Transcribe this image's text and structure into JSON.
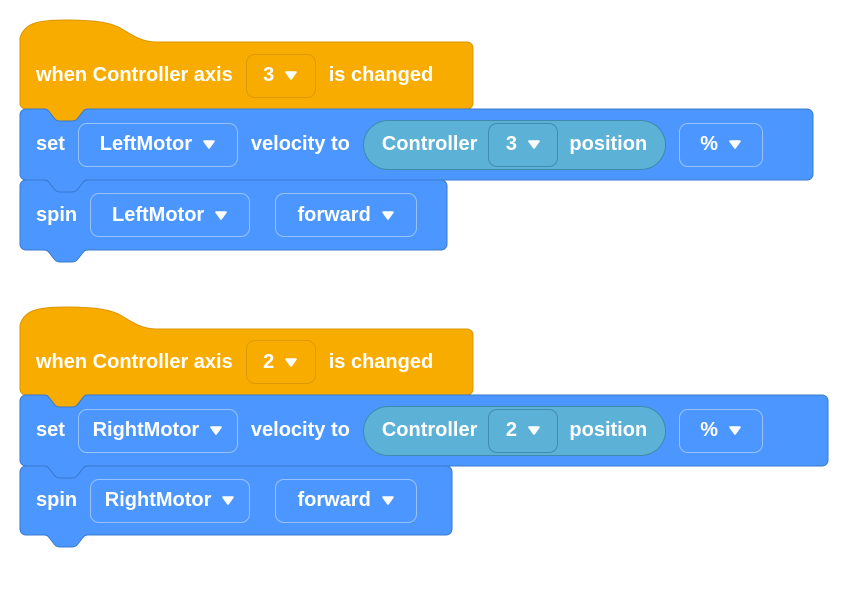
{
  "colors": {
    "event_yellow": "#F9AC00",
    "event_border": "#DB9500",
    "motion_blue": "#4C97FF",
    "motion_border": "#3878CE",
    "sensing_teal": "#5CB1D6",
    "text": "#FFFFFF"
  },
  "icons": {
    "dropdown_arrow": "filled white down-triangle"
  },
  "stacks": [
    {
      "hat": {
        "label_prefix": "when Controller axis",
        "axis_value": "3",
        "label_suffix": "is changed"
      },
      "set_block": {
        "label_set": "set",
        "motor_value": "LeftMotor",
        "label_velocity_to": "velocity to",
        "reporter": {
          "label_device": "Controller",
          "axis_value": "3",
          "label_position": "position"
        },
        "unit_value": "%"
      },
      "spin_block": {
        "label_spin": "spin",
        "motor_value": "LeftMotor",
        "direction_value": "forward"
      }
    },
    {
      "hat": {
        "label_prefix": "when Controller axis",
        "axis_value": "2",
        "label_suffix": "is changed"
      },
      "set_block": {
        "label_set": "set",
        "motor_value": "RightMotor",
        "label_velocity_to": "velocity to",
        "reporter": {
          "label_device": "Controller",
          "axis_value": "2",
          "label_position": "position"
        },
        "unit_value": "%"
      },
      "spin_block": {
        "label_spin": "spin",
        "motor_value": "RightMotor",
        "direction_value": "forward"
      }
    }
  ]
}
